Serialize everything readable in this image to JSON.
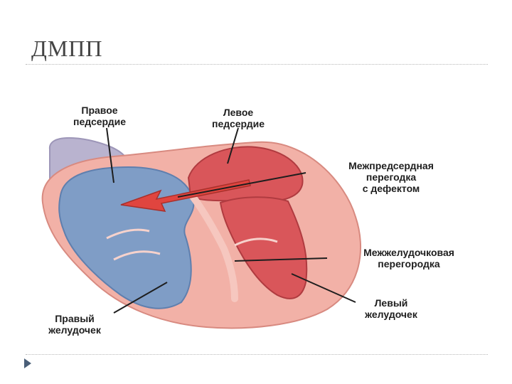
{
  "slide": {
    "title": "ДМПП"
  },
  "labels": {
    "right_atrium": "Правое\nпедсердие",
    "left_atrium": "Левое\nпедсердие",
    "atrial_septum_defect": "Межпредсердная\nперегодка\nс дефектом",
    "ventricular_septum": "Межжелудочковая\nперегородка",
    "left_ventricle": "Левый\nжелудочек",
    "right_ventricle": "Правый\nжелудочек"
  },
  "colors": {
    "oxygenated": "#d9565a",
    "deoxygenated": "#7f9dc6",
    "wall": "#f2b1a7",
    "vessel": "#b9b3cf"
  }
}
